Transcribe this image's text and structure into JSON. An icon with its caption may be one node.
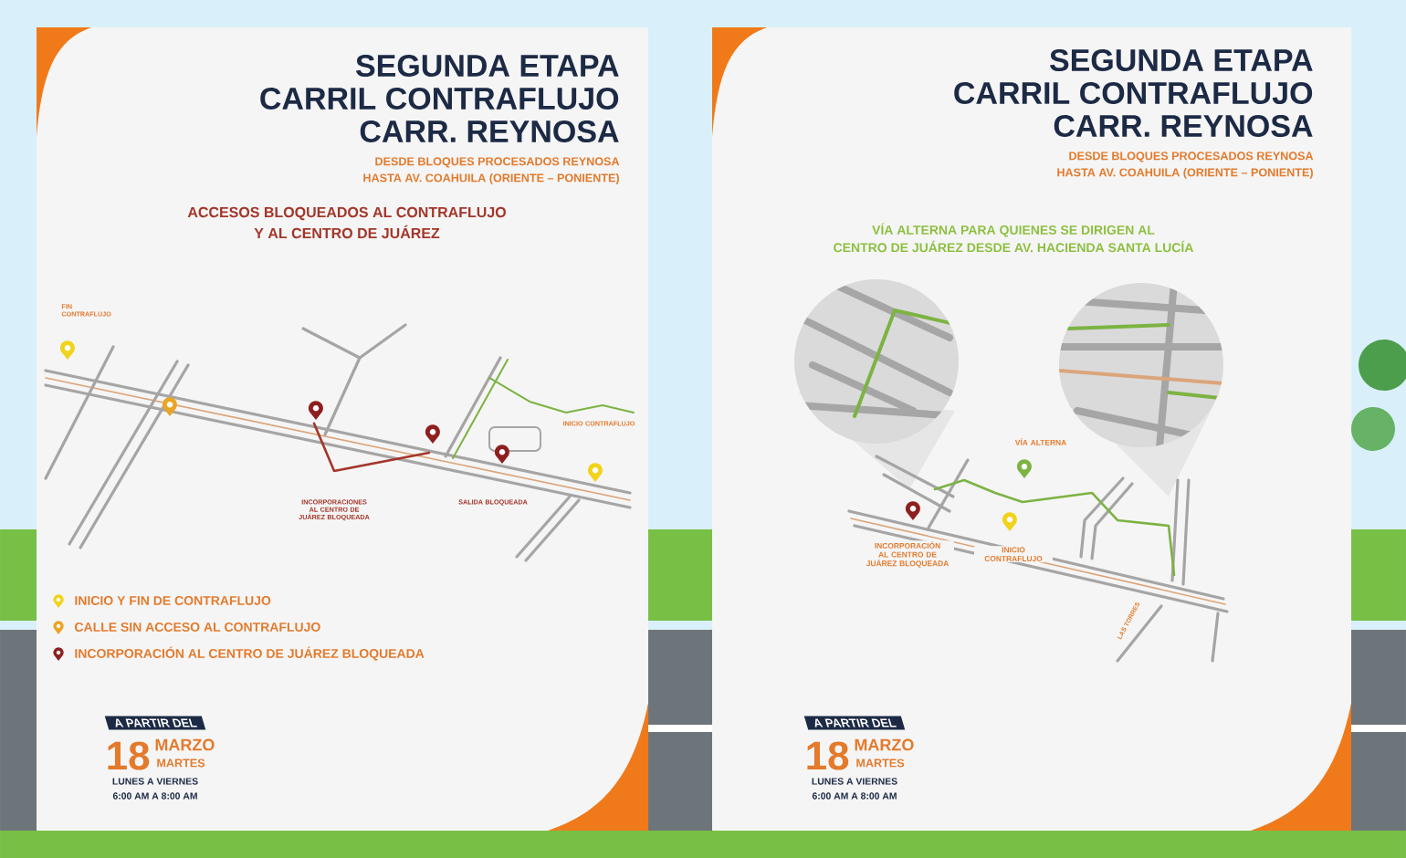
{
  "diagram": {
    "labels": [
      "SEGUNDA ETAPA",
      "CARRIL CONTRAFLUJO",
      "CARR. REYNOSA",
      "DESDE BLOQUES PROCESADOS REYNOSA",
      "HASTA AV. COAHUILA (ORIENTE – PONIENTE)",
      "ACCESOS BLOQUEADOS AL CONTRAFLUJO",
      "Y AL CENTRO DE JUÁREZ",
      "FIN CONTRAFLUJO",
      "INCORPORACIONES AL CENTRO DE JUÁREZ BLOQUEADA",
      "SALIDA BLOQUEADA",
      "INICIO CONTRAFLUJO",
      "A PARTIR DEL",
      "18",
      "MARZO",
      "MARTES",
      "LUNES A VIERNES",
      "6:00 AM A 8:00 AM",
      "SEGUNDA ETAPA",
      "CARRIL CONTRAFLUJO",
      "CARR. REYNOSA",
      "DESDE BLOQUES PROCESADOS REYNOSA",
      "HASTA AV. COAHUILA (ORIENTE – PONIENTE)",
      "VÍA ALTERNA PARA QUIENES SE DIRIGEN AL",
      "CENTRO DE JUÁREZ DESDE AV. HACIENDA SANTA LUCÍA",
      "VÍA ALTERNA",
      "INCORPORACIÓN AL CENTRO DE JUÁREZ BLOQUEADA",
      "INICIO CONTRAFLUJO",
      "LAS TORRES",
      "A PARTIR DEL",
      "18",
      "MARZO",
      "MARTES",
      "LUNES A VIERNES",
      "6:00 AM A 8:00 AM"
    ],
    "legend": [
      {
        "text": "INICIO Y FIN DE CONTRAFLUJO",
        "color": "#f2d31b"
      },
      {
        "text": "CALLE SIN ACCESO AL CONTRAFLUJO",
        "color": "#e9a526"
      },
      {
        "text": "INCORPORACIÓN AL CENTRO DE JUÁREZ BLOQUEADA",
        "color": "#8e1f1f"
      }
    ]
  }
}
